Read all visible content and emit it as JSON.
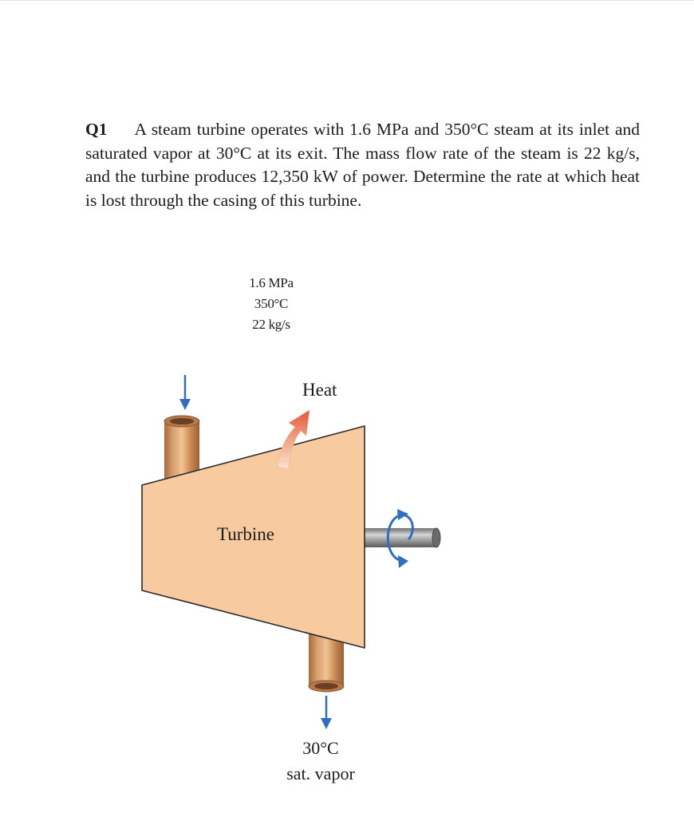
{
  "problem": {
    "number": "Q1",
    "text": "A steam turbine operates with 1.6 MPa and 350°C steam at its inlet and saturated vapor at 30°C at its exit. The mass flow rate of the steam is 22 kg/s, and the turbine produces 12,350 kW of power. Determine the rate at which heat is lost through the casing of this turbine."
  },
  "figure": {
    "inlet": {
      "pressure": "1.6 MPa",
      "temperature": "350°C",
      "mass_flow": "22 kg/s"
    },
    "heat_label": "Heat",
    "turbine_label": "Turbine",
    "exit": {
      "temperature": "30°C",
      "state": "sat. vapor"
    },
    "colors": {
      "casing": "#f7caa0",
      "pipe": "#c98a55",
      "shaft": "#8a8a8a",
      "flow_arrow": "#2f6fc0",
      "heat_arrow": "#e4553a"
    }
  }
}
